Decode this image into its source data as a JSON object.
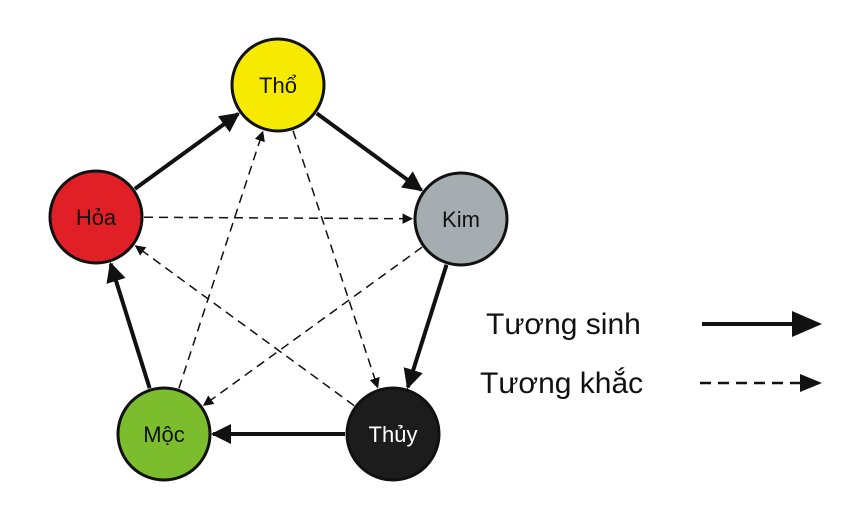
{
  "diagram": {
    "nodes": [
      {
        "id": "tho",
        "label": "Thổ",
        "fill": "#f5ea00",
        "text_color": "#111111"
      },
      {
        "id": "kim",
        "label": "Kim",
        "fill": "#a6adb1",
        "text_color": "#111111"
      },
      {
        "id": "thuy",
        "label": "Thủy",
        "fill": "#1c1c1c",
        "text_color": "#ffffff"
      },
      {
        "id": "moc",
        "label": "Mộc",
        "fill": "#7cbd2e",
        "text_color": "#111111"
      },
      {
        "id": "hoa",
        "label": "Hỏa",
        "fill": "#e11f26",
        "text_color": "#111111"
      }
    ],
    "generating_cycle": [
      {
        "from": "tho",
        "to": "kim"
      },
      {
        "from": "kim",
        "to": "thuy"
      },
      {
        "from": "thuy",
        "to": "moc"
      },
      {
        "from": "moc",
        "to": "hoa"
      },
      {
        "from": "hoa",
        "to": "tho"
      }
    ],
    "controlling_cycle": [
      {
        "from": "hoa",
        "to": "kim"
      },
      {
        "from": "kim",
        "to": "moc"
      },
      {
        "from": "moc",
        "to": "tho"
      },
      {
        "from": "tho",
        "to": "thuy"
      },
      {
        "from": "thuy",
        "to": "hoa"
      }
    ]
  },
  "legend": {
    "solid_label": "Tương sinh",
    "dashed_label": "Tương khắc"
  },
  "colors": {
    "stroke": "#111111"
  }
}
